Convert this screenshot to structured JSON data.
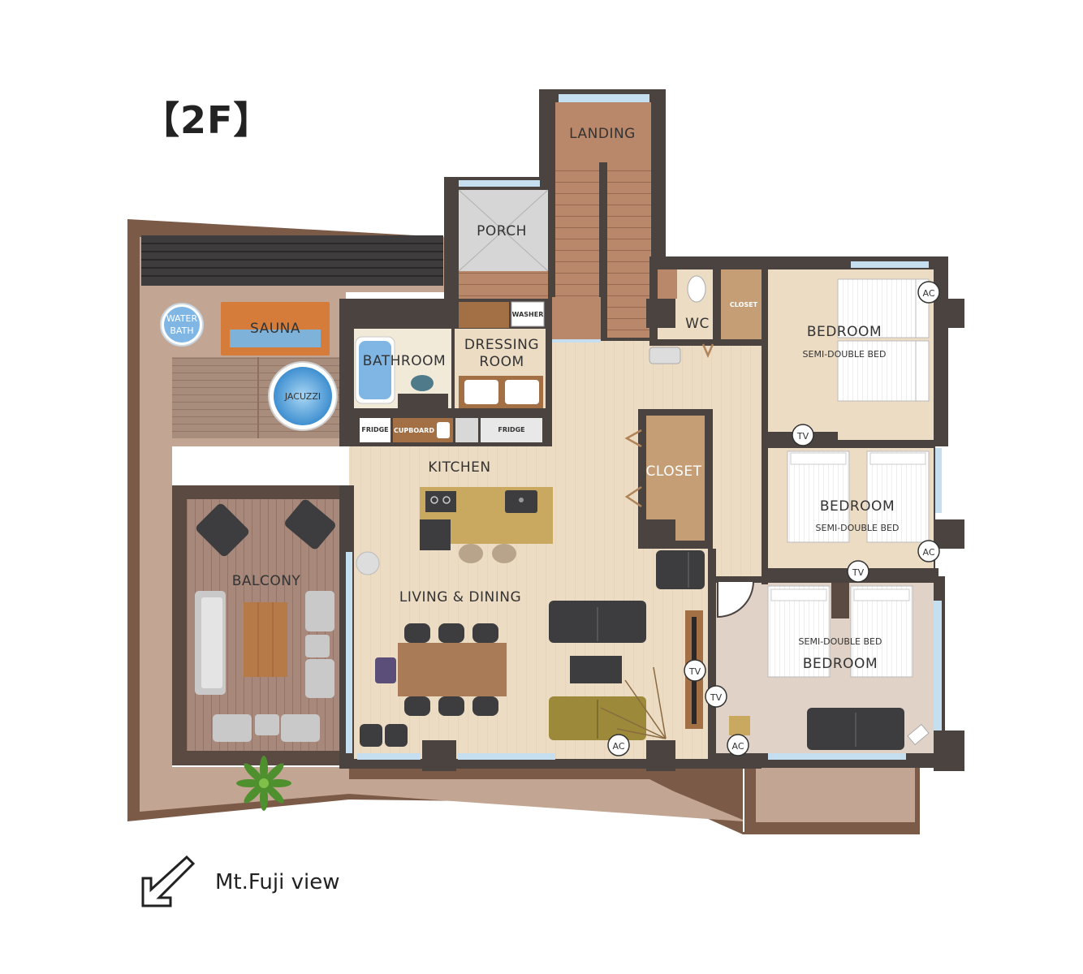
{
  "floor_label": "【2F】",
  "rooms": {
    "landing": "LANDING",
    "porch": "PORCH",
    "sauna": "SAUNA",
    "water_bath": [
      "WATER",
      "BATH"
    ],
    "jacuzzi": "JACUZZI",
    "bathroom": "BATHROOM",
    "dressing_room": [
      "DRESSING",
      "ROOM"
    ],
    "washer": "WASHER",
    "wc": "WC",
    "closet_small": "CLOSET",
    "closet_large": "CLOSET",
    "kitchen": "KITCHEN",
    "living_dining": "LIVING  &  DINING",
    "balcony": "BALCONY",
    "bedroom_1": "BEDROOM",
    "bedroom_2": "BEDROOM",
    "bedroom_3": "BEDROOM"
  },
  "fixtures": {
    "fridge_1": "FRIDGE",
    "cupboard": "CUPBOARD",
    "fridge_2": "FRIDGE",
    "bed_note_1": "SEMI-DOUBLE BED",
    "bed_note_2": "SEMI-DOUBLE BED",
    "bed_note_3": "SEMI-DOUBLE BED"
  },
  "markers": {
    "ac": "AC",
    "tv": "TV"
  },
  "compass_note": "Mt.Fuji view",
  "colors": {
    "wall": "#4a4340",
    "wood_floor": "#ecdcc4",
    "deck": "#9a7a66",
    "stair": "#b9876a",
    "porch": "#d6d6d6",
    "window": "#c6dff0",
    "sauna": "#d67c3a",
    "water": "#6fb4e6",
    "sofa_dark": "#3d3d3f",
    "sofa_gold": "#9c8a3a",
    "island": "#c9a960",
    "table": "#a97b56"
  }
}
